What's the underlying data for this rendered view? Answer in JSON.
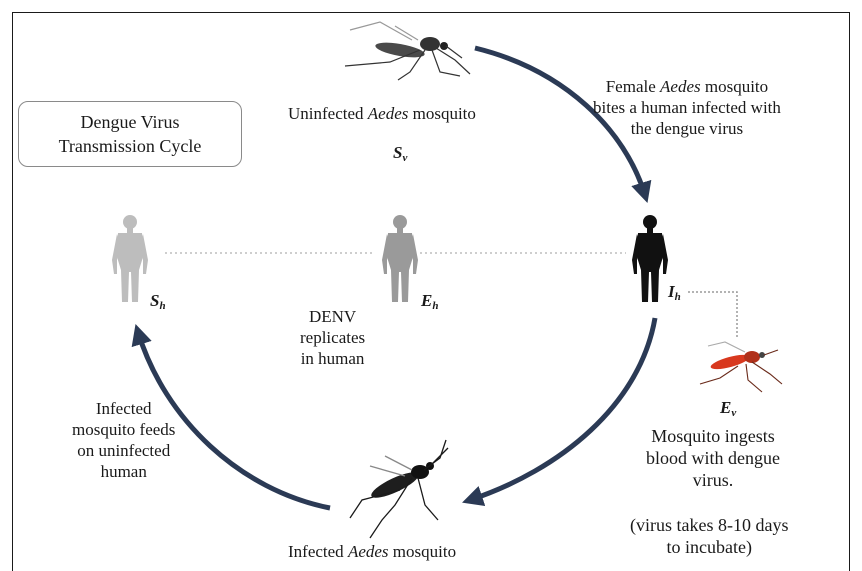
{
  "title": {
    "line1": "Dengue Virus",
    "line2": "Transmission Cycle"
  },
  "nodes": {
    "sv": {
      "caption_pre": "Uninfected ",
      "caption_em": "Aedes",
      "caption_post": " mosquito",
      "symbol": "S",
      "sub": "v"
    },
    "ih": {
      "symbol": "I",
      "sub": "h"
    },
    "ev": {
      "symbol": "E",
      "sub": "v"
    },
    "eh": {
      "symbol": "E",
      "sub": "h"
    },
    "sh": {
      "symbol": "S",
      "sub": "h"
    },
    "infected_mosquito": {
      "caption_pre": "Infected ",
      "caption_em": "Aedes",
      "caption_post": " mosquito"
    }
  },
  "steps": {
    "bite": {
      "line1_pre": "Female ",
      "line1_em": "Aedes",
      "line1_post": " mosquito",
      "line2": "bites a human infected with",
      "line3": "the dengue virus"
    },
    "ingest": {
      "line1": "Mosquito ingests",
      "line2": "blood with dengue",
      "line3": "virus."
    },
    "incubate": {
      "line1": "(virus takes 8-10 days",
      "line2": "to incubate)"
    },
    "replicate": {
      "line1": "DENV",
      "line2": "replicates",
      "line3": "in human"
    },
    "feed": {
      "line1": "Infected",
      "line2": "mosquito feeds",
      "line3": "on uninfected",
      "line4": "human"
    }
  },
  "colors": {
    "arrow": "#2b3a55",
    "infected_human": "#111111",
    "healthy_human": "#b8b8b8",
    "exposed_human": "#9a9a9a",
    "exposed_mosquito": "#d8381e"
  }
}
